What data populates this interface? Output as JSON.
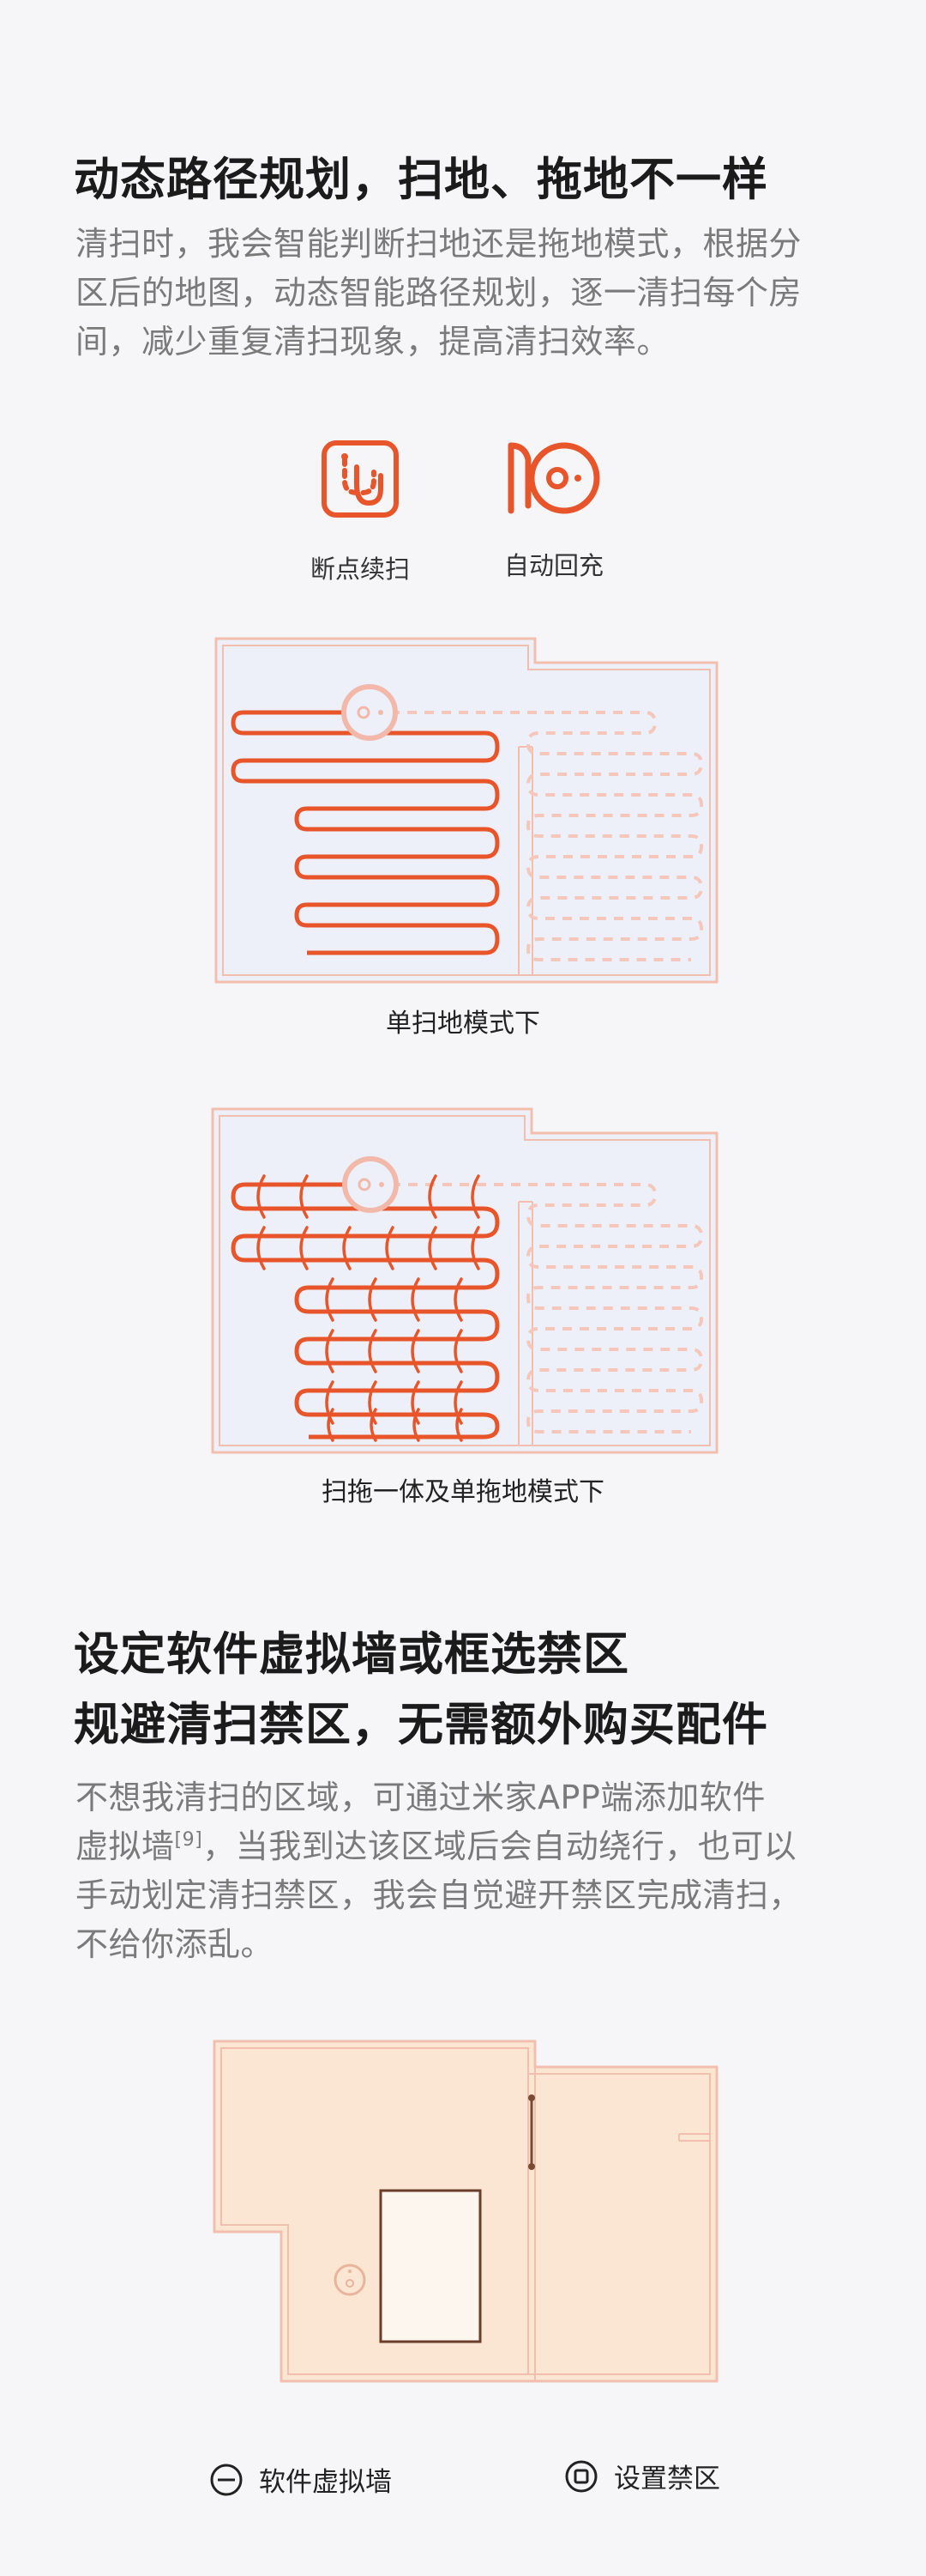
{
  "section1": {
    "title": "动态路径规划，扫地、拖地不一样",
    "desc_lines": [
      "清扫时，我会智能判断扫地还是拖地模式，根据分",
      "区后的地图，动态智能路径规划，逐一清扫每个房",
      "间，减少重复清扫现象，提高清扫效率。"
    ],
    "features": [
      {
        "label": "断点续扫",
        "icon": "breakpoint-resume-icon"
      },
      {
        "label": "自动回充",
        "icon": "auto-recharge-icon"
      }
    ],
    "map1_caption": "单扫地模式下",
    "map2_caption": "扫拖一体及单拖地模式下"
  },
  "section2": {
    "title_line1": "设定软件虚拟墙或框选禁区",
    "title_line2": "规避清扫禁区，无需额外购买配件",
    "desc": {
      "l1": "不想我清扫的区域，可通过米家APP端添加软件",
      "l2_before": "虚拟墙",
      "l2_sup": "[9]",
      "l2_after": "，当我到达该区域后会自动绕行，也可以",
      "l3": "手动划定清扫禁区，我会自觉避开禁区完成清扫，",
      "l4": "不给你添乱。"
    },
    "legend": [
      {
        "label": "软件虚拟墙",
        "icon": "virtual-wall-icon"
      },
      {
        "label": "设置禁区",
        "icon": "no-go-zone-icon"
      }
    ]
  },
  "colors": {
    "accent": "#e8552a",
    "map_fill": "#edf0f9",
    "map_border": "#f2bfae",
    "zone_fill": "#fae6d2"
  }
}
